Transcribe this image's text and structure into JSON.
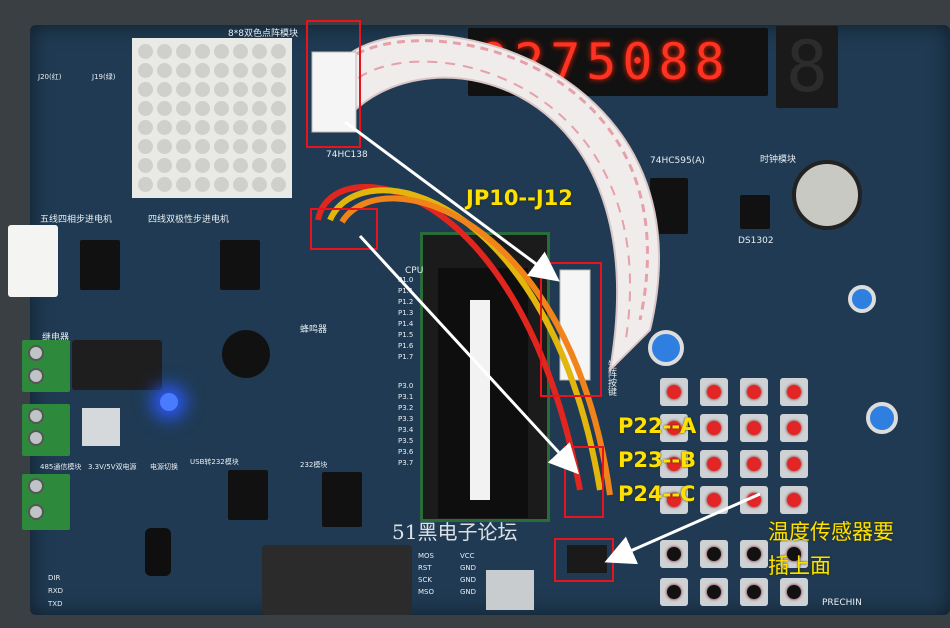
{
  "photo": {
    "subject": "51单片机开发板",
    "board_labels": {
      "dot_matrix": "8*8双色点阵模块",
      "stepper_5wire": "五线四相步进电机",
      "stepper_4wire": "四线双极性步进电机",
      "relay_module": "继电器",
      "buzzer": "蜂鸣器",
      "clock_module": "时钟模块",
      "chip_74hc138": "74HC138",
      "chip_74hc595": "74HC595(A)",
      "chip_ds1302": "DS1302",
      "cpu": "CPU",
      "matrix_keys": "矩阵按键",
      "brand": "PRECHIN",
      "j20": "J20(红)",
      "j19": "J19(绿)",
      "ports_p1": [
        "P1.0",
        "P1.1",
        "P1.2",
        "P1.3",
        "P1.4",
        "P1.5",
        "P1.6",
        "P1.7"
      ],
      "ports_p3": [
        "P3.0",
        "P3.1",
        "P3.2",
        "P3.3",
        "P3.4",
        "P3.5",
        "P3.6",
        "P3.7"
      ],
      "usb_232": "USB转232模块",
      "module_232": "232模块",
      "power_switch": "电源切换",
      "serial_485": "485通信模块",
      "vcc_3v3_5v": "3.3V/5V双电源",
      "vcc_pins": [
        "VCC",
        "GND",
        "GND",
        "GND"
      ],
      "spi_pins": [
        "MOS",
        "RST",
        "SCK",
        "MSO"
      ],
      "leds_txd": [
        "DIR",
        "RXD",
        "TXD"
      ]
    },
    "led_display_value": "0275088",
    "big_digit_value": "8"
  },
  "annotations": {
    "jp10_j12": "JP10--J12",
    "p22": "P22--A",
    "p23": "P23--B",
    "p24": "P24--C",
    "temp_sensor_line1": "温度传感器要",
    "temp_sensor_line2": "插上面"
  },
  "watermark": "51黑电子论坛",
  "colors": {
    "board": "#1f3a52",
    "annotation": "#ffe100",
    "highlight_box": "#e8141d",
    "segment_led": "#ff3322"
  }
}
